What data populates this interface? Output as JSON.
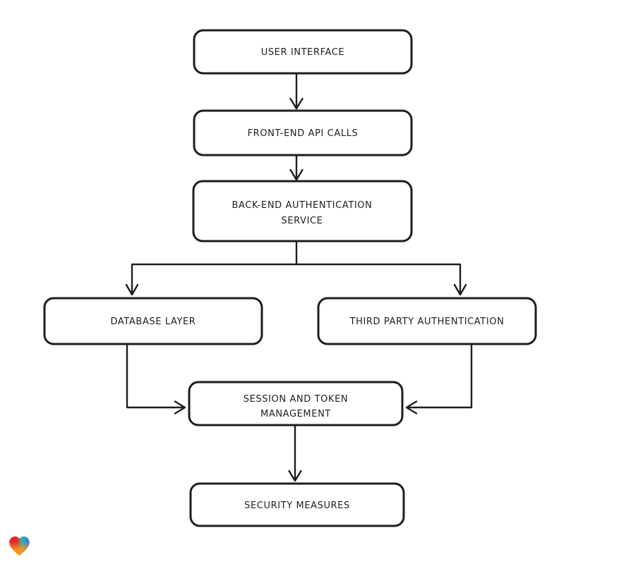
{
  "page": {
    "background": "#ffffff"
  },
  "diagram": {
    "type": "flowchart",
    "nodes": [
      {
        "id": "user-interface",
        "lines": [
          "USER INTERFACE"
        ]
      },
      {
        "id": "frontend-api-calls",
        "lines": [
          "FRONT-END API CALLS"
        ]
      },
      {
        "id": "backend-auth-service",
        "lines": [
          "BACK-END AUTHENTICATION",
          "SERVICE"
        ]
      },
      {
        "id": "database-layer",
        "lines": [
          "DATABASE LAYER"
        ]
      },
      {
        "id": "third-party-auth",
        "lines": [
          "THIRD PARTY AUTHENTICATION"
        ]
      },
      {
        "id": "session-token-mgmt",
        "lines": [
          "SESSION AND TOKEN",
          "MANAGEMENT"
        ]
      },
      {
        "id": "security-measures",
        "lines": [
          "SECURITY MEASURES"
        ]
      }
    ],
    "edges": [
      {
        "from": "user-interface",
        "to": "frontend-api-calls"
      },
      {
        "from": "frontend-api-calls",
        "to": "backend-auth-service"
      },
      {
        "from": "backend-auth-service",
        "to": "database-layer"
      },
      {
        "from": "backend-auth-service",
        "to": "third-party-auth"
      },
      {
        "from": "database-layer",
        "to": "session-token-mgmt"
      },
      {
        "from": "third-party-auth",
        "to": "session-token-mgmt"
      },
      {
        "from": "session-token-mgmt",
        "to": "security-measures"
      }
    ],
    "style": {
      "stroke": "#1e1e1e",
      "node_fill": "#ffffff",
      "text_color": "#1e1e1e"
    }
  },
  "logo": {
    "name": "gradient-heart",
    "colors": {
      "red": "#e8262c",
      "teal": "#35b5ab",
      "blue": "#2f8ad9",
      "orange": "#f7941d"
    }
  }
}
